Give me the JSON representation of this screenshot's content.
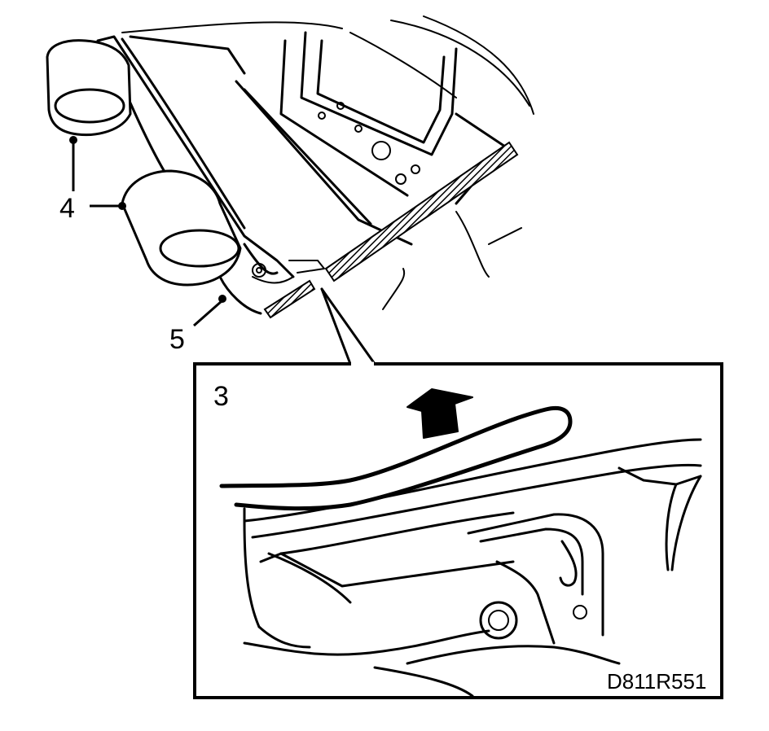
{
  "labels": {
    "muffler_callout": "4",
    "bracket_callout": "5",
    "detail_callout": "3",
    "drawing_code": "D811R551"
  },
  "colors": {
    "ink": "#000000",
    "paper": "#ffffff"
  },
  "icons": {
    "direction_arrow": "arrow-up-icon"
  }
}
